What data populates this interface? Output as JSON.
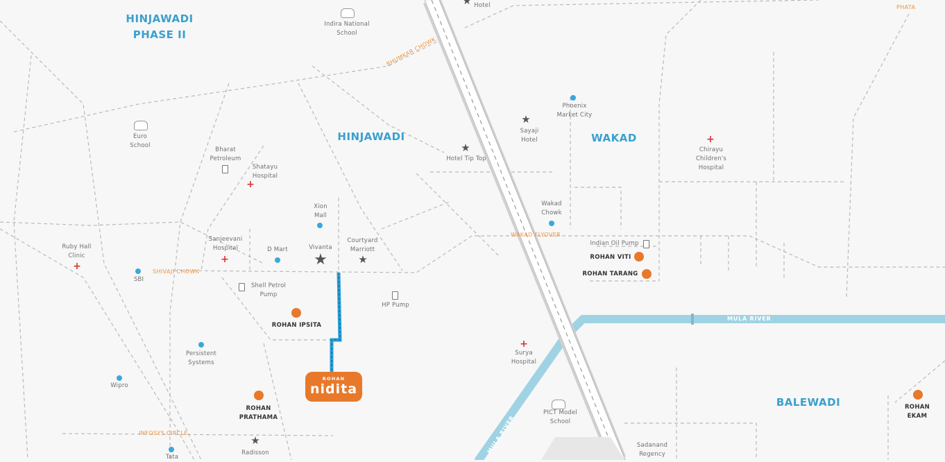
{
  "areas": {
    "hinjawadi_phase2": "HINJAWADI\nPHASE II",
    "hinjawadi": "HINJAWADI",
    "wakad": "WAKAD",
    "balewadi": "BALEWADI"
  },
  "roads": {
    "bhumkar_chowk": "BHUMKAR CHOWK",
    "shivaji_chowk": "SHIVAJI CHOWK",
    "wakad_flyover": "WAKAD FLYOVER",
    "infosys_circle": "INFOSYS CIRCLE"
  },
  "rivers": {
    "mula_river_h": "MULA RIVER",
    "mula_river_d": "MULA RIVER"
  },
  "landmarks": {
    "hotel": "Hotel",
    "phata": "PHATA",
    "indira_school": "Indira National\nSchool",
    "euro_school": "Euro\nSchool",
    "bharat_petroleum": "Bharat\nPetroleum",
    "shatayu_hospital": "Shatayu\nHospital",
    "xion_mall": "Xion\nMall",
    "sanjeevani_hospital": "Sanjeevani\nHospital",
    "dmart": "D Mart",
    "vivanta": "Vivanta",
    "courtyard_marriott": "Courtyard\nMarriott",
    "ruby_hall_clinic": "Ruby Hall\nClinic",
    "sbi": "SBI",
    "shell_petrol_pump": "Shell Petrol\nPump",
    "hp_pump": "HP Pump",
    "persistent_systems": "Persistent\nSystems",
    "wipro": "Wipro",
    "tata": "Tata",
    "radisson": "Radisson",
    "hotel_tip_top": "Hotel Tip Top",
    "sayaji_hotel": "Sayaji\nHotel",
    "phoenix_market_city": "Phoenix\nMarket City",
    "wakad_chowk": "Wakad\nChowk",
    "chirayu_hospital": "Chirayu\nChildren's\nHospital",
    "indian_oil_pump": "Indian Oil Pump",
    "surya_hospital": "Surya\nHospital",
    "pict_school": "PICT Model\nSchool",
    "sadanand_regency": "Sadanand\nRegency"
  },
  "projects": {
    "rohan_viti": "ROHAN VITI",
    "rohan_tarang": "ROHAN TARANG",
    "rohan_ipsita": "ROHAN IPSITA",
    "rohan_prathama": "ROHAN\nPRATHAMA",
    "rohan_ekam": "ROHAN\nEKAM"
  },
  "logo": {
    "brand": "ROHAN",
    "name": "nidita"
  },
  "colors": {
    "background": "#f7f7f7",
    "area_text": "#3aa0cf",
    "road_label": "#f0923a",
    "project_marker": "#e8792a",
    "river": "#9fd3e3",
    "access_route": "#2a9fd6",
    "hospital": "#dd3333",
    "highway": "#cfcfcf"
  }
}
